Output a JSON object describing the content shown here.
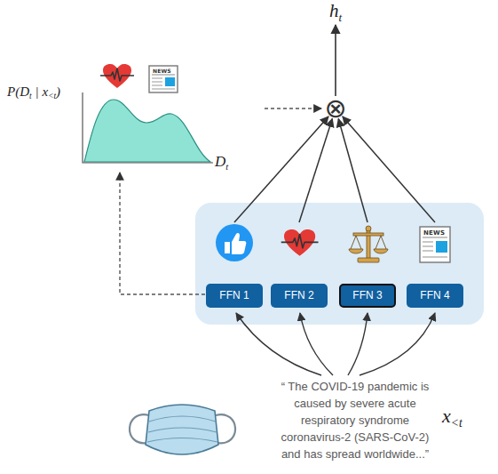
{
  "diagram": {
    "nodes": [
      {
        "text": [
          "⊗"
        ]
      },
      {
        "text": [
          "FFN 1"
        ]
      },
      {
        "text": [
          "FFN 2"
        ]
      },
      {
        "text": [
          "FFN 3"
        ]
      },
      {
        "text": [
          "FFN 4"
        ]
      }
    ],
    "edges": [
      {
        "from": 1,
        "to": 0,
        "arrow": "to"
      },
      {
        "from": 2,
        "to": 0,
        "arrow": "to"
      },
      {
        "from": 3,
        "to": 0,
        "arrow": "to"
      },
      {
        "from": 4,
        "to": 0,
        "arrow": "to"
      }
    ],
    "labels": [
      "h",
      "t",
      "P(D",
      "t",
      "| x",
      "<t",
      ")",
      "NEWS",
      "D",
      "t",
      "NEWS",
      "“ The COVID-19 pandemic is caused by severe acute respiratory syndrome coronavirus-2 (SARS-CoV-2) and has spread worldwide...”",
      "x",
      "<t"
    ]
  }
}
